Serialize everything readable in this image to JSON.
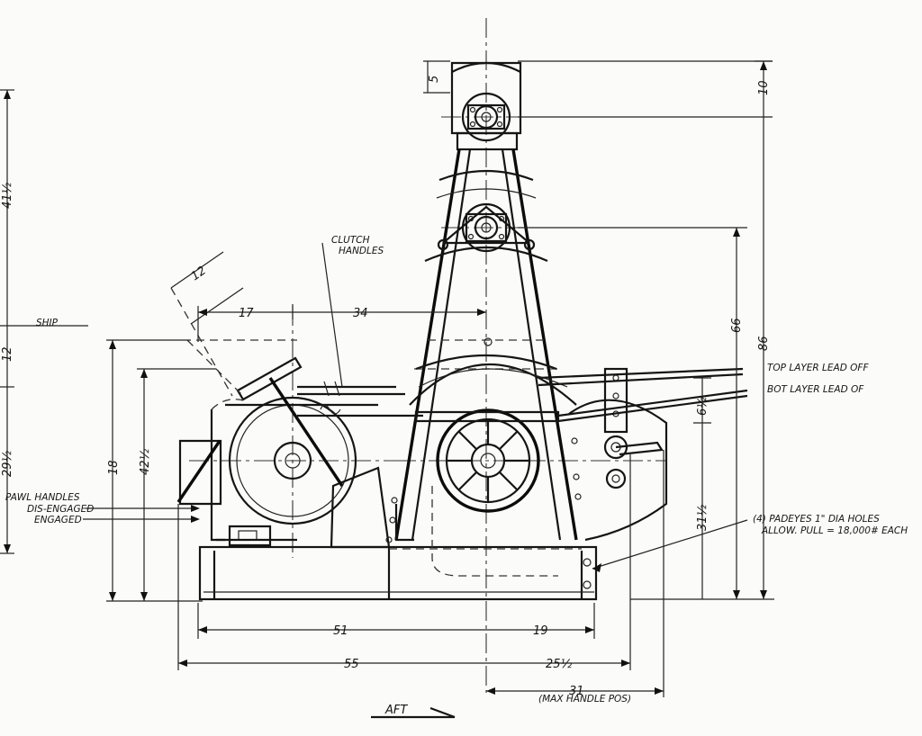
{
  "labels": {
    "clutch_handles_1": "CLUTCH",
    "clutch_handles_2": "HANDLES",
    "ship": "SHIP",
    "pawl_handles": "PAWL HANDLES",
    "dis_engaged": "DIS-ENGAGED",
    "engaged": "ENGAGED",
    "top_layer": "TOP LAYER LEAD OFF",
    "bot_layer": "BOT LAYER LEAD OF",
    "padeyes_1": "(4) PADEYES 1\" DIA HOLES",
    "padeyes_2": "ALLOW. PULL = 18,000# EACH",
    "max_handle": "(MAX HANDLE POS)",
    "aft": "AFT"
  },
  "dimensions": {
    "d5": "5",
    "d10": "10",
    "d66": "66",
    "d86": "86",
    "d12_angle": "12",
    "d17": "17",
    "d34": "34",
    "d41_half": "41½",
    "d12_left": "12",
    "d29_half": "29½",
    "d18": "18",
    "d42_half": "42½",
    "d6_half": "6½",
    "d31_half": "31½",
    "d51": "51",
    "d19": "19",
    "d55": "55",
    "d25_half": "25½",
    "d31": "31"
  }
}
